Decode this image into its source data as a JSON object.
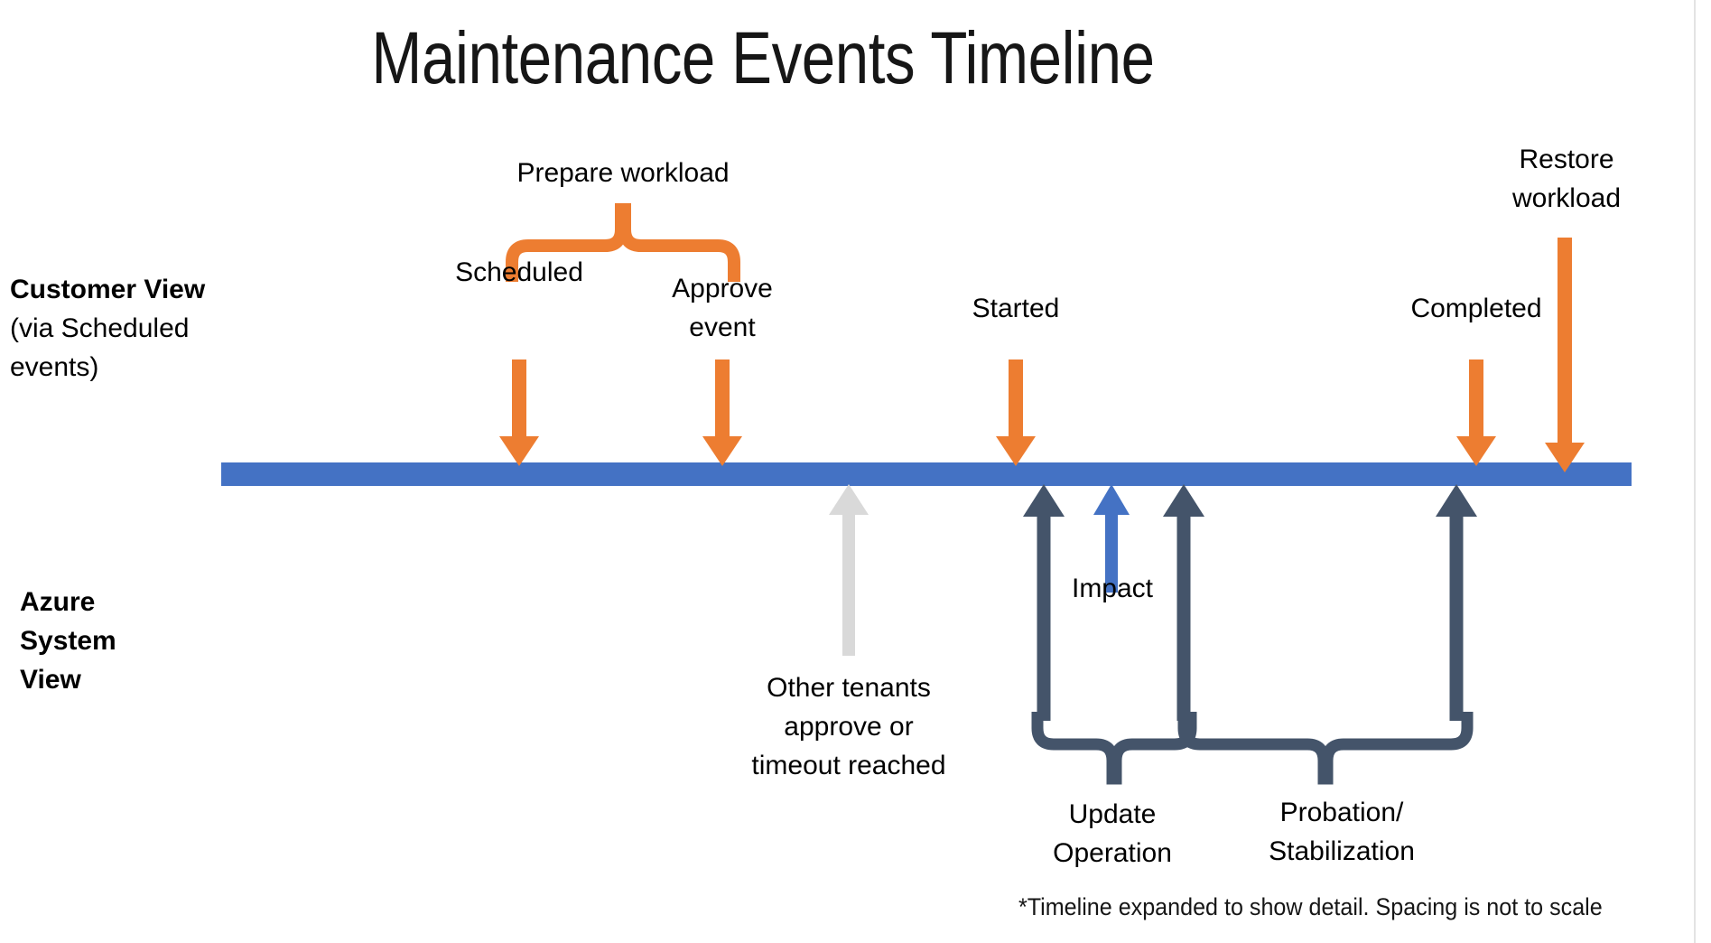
{
  "title": "Maintenance Events Timeline",
  "lanes": [
    {
      "name": "customer-view",
      "strong": "Customer View",
      "sub": "(via Scheduled events)"
    },
    {
      "name": "azure-system-view",
      "strong": "Azure System View",
      "sub": ""
    }
  ],
  "customer_events": [
    {
      "id": "scheduled",
      "label": "Scheduled",
      "arrow": "orange-down"
    },
    {
      "id": "approve-event",
      "label": "Approve\nevent",
      "arrow": "orange-down"
    },
    {
      "id": "started",
      "label": "Started",
      "arrow": "orange-down"
    },
    {
      "id": "completed",
      "label": "Completed",
      "arrow": "orange-down"
    },
    {
      "id": "restore-workload",
      "label": "Restore\nworkload",
      "arrow": "orange-down-long"
    }
  ],
  "system_events": [
    {
      "id": "other-tenants",
      "label": "Other tenants\napprove or\ntimeout reached",
      "arrow": "grey-up"
    },
    {
      "id": "update-start",
      "label": "",
      "arrow": "navy-up"
    },
    {
      "id": "impact",
      "label": "Impact",
      "arrow": "blue-up"
    },
    {
      "id": "update-end",
      "label": "",
      "arrow": "navy-up"
    },
    {
      "id": "probation-end",
      "label": "",
      "arrow": "navy-up"
    }
  ],
  "braces": [
    {
      "id": "prepare-workload",
      "label": "Prepare workload",
      "direction": "up",
      "color": "#ed7d31"
    },
    {
      "id": "update-operation",
      "label": "Update\nOperation",
      "direction": "down",
      "color": "#44546a"
    },
    {
      "id": "probation",
      "label": "Probation/\nStabilization",
      "direction": "down",
      "color": "#44546a"
    }
  ],
  "footnote": "*Timeline expanded to show detail. Spacing is not to scale",
  "colors": {
    "timeline_blue": "#4472c4",
    "orange": "#ed7d31",
    "navy": "#44546a",
    "grey": "#d9d9d9",
    "accent_blue": "#4472c4",
    "background": "#ffffff"
  }
}
